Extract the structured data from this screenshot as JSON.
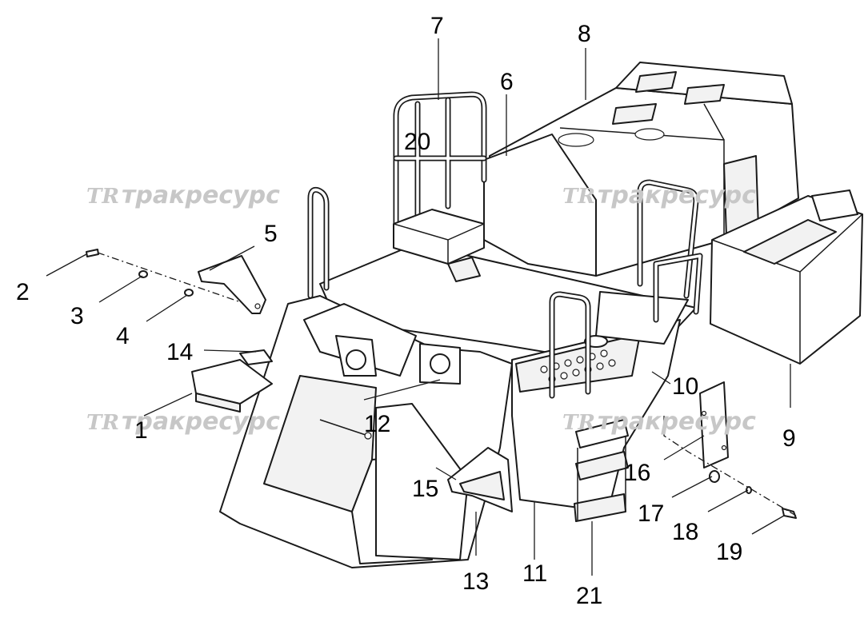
{
  "callouts": [
    {
      "id": "1",
      "label": "1"
    },
    {
      "id": "2",
      "label": "2"
    },
    {
      "id": "3",
      "label": "3"
    },
    {
      "id": "4",
      "label": "4"
    },
    {
      "id": "5",
      "label": "5"
    },
    {
      "id": "6",
      "label": "6"
    },
    {
      "id": "7",
      "label": "7"
    },
    {
      "id": "8",
      "label": "8"
    },
    {
      "id": "9",
      "label": "9"
    },
    {
      "id": "10",
      "label": "10"
    },
    {
      "id": "11",
      "label": "11"
    },
    {
      "id": "12",
      "label": "12"
    },
    {
      "id": "13",
      "label": "13"
    },
    {
      "id": "14",
      "label": "14"
    },
    {
      "id": "15",
      "label": "15"
    },
    {
      "id": "16",
      "label": "16"
    },
    {
      "id": "17",
      "label": "17"
    },
    {
      "id": "18",
      "label": "18"
    },
    {
      "id": "19",
      "label": "19"
    },
    {
      "id": "20",
      "label": "20"
    },
    {
      "id": "21",
      "label": "21"
    }
  ],
  "watermark": {
    "logo": "TR",
    "text": "тракресурс"
  },
  "colors": {
    "line": "#1a1a1a",
    "watermark": "#c7c7c7",
    "background": "#ffffff"
  }
}
